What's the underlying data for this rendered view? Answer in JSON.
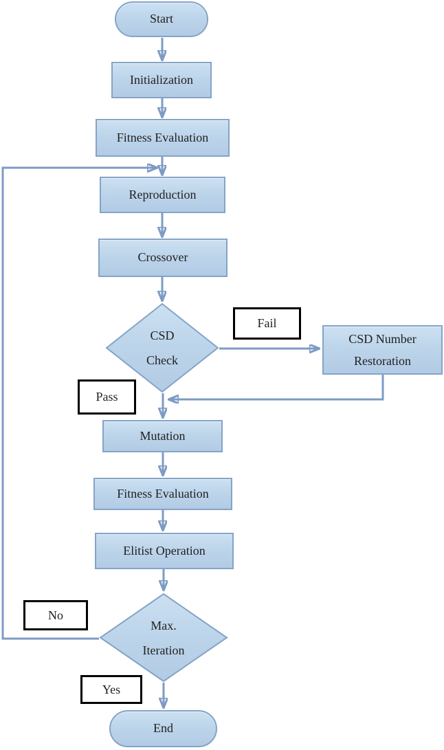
{
  "nodes": {
    "start": {
      "label": "Start",
      "type": "terminator"
    },
    "initialization": {
      "label": "Initialization",
      "type": "process"
    },
    "fitness_evaluation_1": {
      "label": "Fitness Evaluation",
      "type": "process"
    },
    "reproduction": {
      "label": "Reproduction",
      "type": "process"
    },
    "crossover": {
      "label": "Crossover",
      "type": "process"
    },
    "csd_check": {
      "line1": "CSD",
      "line2": "Check",
      "type": "decision"
    },
    "csd_number_restoration": {
      "line1": "CSD Number",
      "line2": "Restoration",
      "type": "process"
    },
    "mutation": {
      "label": "Mutation",
      "type": "process"
    },
    "fitness_evaluation_2": {
      "label": "Fitness Evaluation",
      "type": "process"
    },
    "elitist_operation": {
      "label": "Elitist Operation",
      "type": "process"
    },
    "max_iteration": {
      "line1": "Max.",
      "line2": "Iteration",
      "type": "decision"
    },
    "end": {
      "label": "End",
      "type": "terminator"
    }
  },
  "edge_labels": {
    "fail": "Fail",
    "pass": "Pass",
    "no": "No",
    "yes": "Yes"
  },
  "colors": {
    "node_fill_top": "#cce0f2",
    "node_fill_bottom": "#b2cbe5",
    "node_border": "#84a3c7",
    "connector": "#7d9bc4",
    "arrowhead": "#7e95b8",
    "edge_label_border": "#000000",
    "edge_label_fill": "#ffffff",
    "text": "#1f1f1f",
    "background": "#ffffff"
  }
}
